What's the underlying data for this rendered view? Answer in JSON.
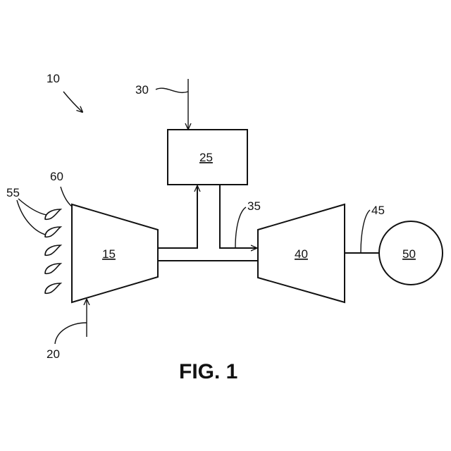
{
  "figure": {
    "caption": "FIG. 1"
  },
  "components": {
    "system": "10",
    "compressor": "15",
    "inlet_air": "20",
    "combustor": "25",
    "fuel": "30",
    "combustion_gas": "35",
    "turbine": "40",
    "shaft": "45",
    "load": "50",
    "airfoils": "55",
    "compressor_inlet": "60"
  }
}
